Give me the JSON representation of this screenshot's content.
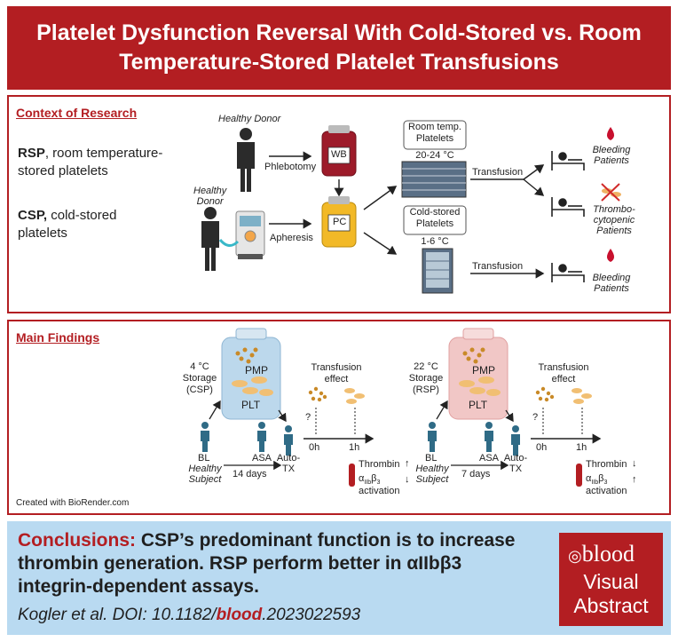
{
  "title": {
    "line1": "Platelet Dysfunction Reversal With Cold-Stored vs. Room",
    "line2": "Temperature-Stored Platelet Transfusions"
  },
  "context": {
    "heading": "Context of Research",
    "rsp_abbr": "RSP",
    "rsp_rest1": ", room temperature-",
    "rsp_rest2": "stored platelets",
    "csp_abbr": "CSP,",
    "csp_rest1": " cold-stored",
    "csp_rest2": "platelets",
    "healthy_donor_top": "Healthy Donor",
    "healthy_donor_left_1": "Healthy",
    "healthy_donor_left_2": "Donor",
    "phlebotomy": "Phlebotomy",
    "apheresis": "Apheresis",
    "wb": "WB",
    "pc": "PC",
    "room_temp_1": "Room temp.",
    "room_temp_2": "Platelets",
    "room_temp_range": "20-24 °C",
    "cold_1": "Cold-stored",
    "cold_2": "Platelets",
    "cold_range": "1-6 °C",
    "transfusion_1": "Transfusion",
    "transfusion_2": "Transfusion",
    "bleeding_1a": "Bleeding",
    "bleeding_1b": "Patients",
    "thrombo_a": "Thrombo-",
    "thrombo_b": "cytopenic",
    "thrombo_c": "Patients",
    "bleeding_2a": "Bleeding",
    "bleeding_2b": "Patients"
  },
  "findings": {
    "heading": "Main Findings",
    "left": {
      "temp": "4 °C",
      "storage": "Storage",
      "storage_abbr": "(CSP)",
      "pmp": "PMP",
      "plt": "PLT",
      "effect_1": "Transfusion",
      "effect_2": "effect",
      "q": "?",
      "t0": "0h",
      "t1": "1h",
      "bl": "BL",
      "asa": "ASA",
      "autotx_1": "Auto-",
      "autotx_2": "TX",
      "healthy_1": "Healthy",
      "healthy_2": "Subject",
      "duration": "14 days",
      "thrombin": "Thrombin",
      "thrombin_arrow": "↑",
      "aiib_a": "α",
      "aiib_sub1": "IIb",
      "aiib_b": "β",
      "aiib_sub2": "3",
      "aiib_arrow": "↓",
      "activation": "activation"
    },
    "right": {
      "temp": "22 °C",
      "storage": "Storage",
      "storage_abbr": "(RSP)",
      "pmp": "PMP",
      "plt": "PLT",
      "effect_1": "Transfusion",
      "effect_2": "effect",
      "q": "?",
      "t0": "0h",
      "t1": "1h",
      "bl": "BL",
      "asa": "ASA",
      "autotx_1": "Auto-",
      "autotx_2": "TX",
      "healthy_1": "Healthy",
      "healthy_2": "Subject",
      "duration": "7 days",
      "thrombin": "Thrombin",
      "thrombin_arrow": "↓",
      "aiib_a": "α",
      "aiib_sub1": "IIb",
      "aiib_b": "β",
      "aiib_sub2": "3",
      "aiib_arrow": "↑",
      "activation": "activation"
    },
    "credit": "Created with BioRender.com"
  },
  "conclusions": {
    "label": "Conclusions:",
    "line1": " CSP’s predominant function is to increase",
    "line2": "thrombin generation. RSP perform better in αIIbβ3",
    "line3": "integrin-dependent assays.",
    "cite_pre": "Kogler et al. DOI: 10.1182/",
    "cite_bold": "blood",
    "cite_post": ".2023022593"
  },
  "brand": {
    "logo": "blood",
    "line1": "Visual",
    "line2": "Abstract"
  },
  "colors": {
    "brand_red": "#b31e22",
    "conclusion_bg": "#b9daf1",
    "subject_teal": "#2f6b86"
  }
}
